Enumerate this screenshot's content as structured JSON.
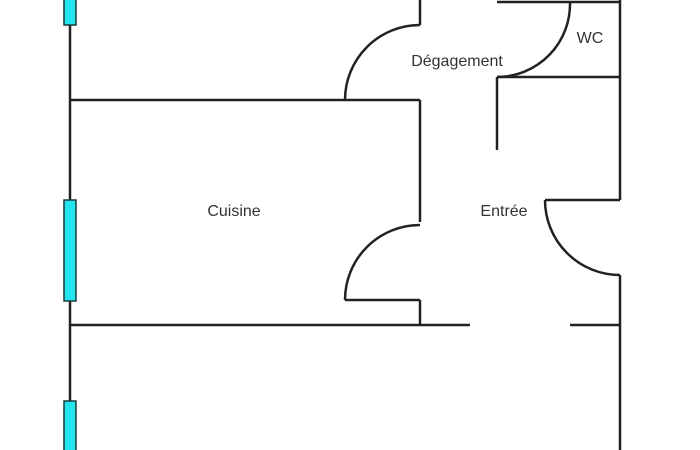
{
  "plan": {
    "rooms": [
      {
        "name": "Dégagement"
      },
      {
        "name": "WC"
      },
      {
        "name": "Cuisine"
      },
      {
        "name": "Entrée"
      }
    ],
    "colors": {
      "wall": "#222222",
      "window_fill": "#22e5ee",
      "window_stroke": "#1a3a3a"
    }
  }
}
